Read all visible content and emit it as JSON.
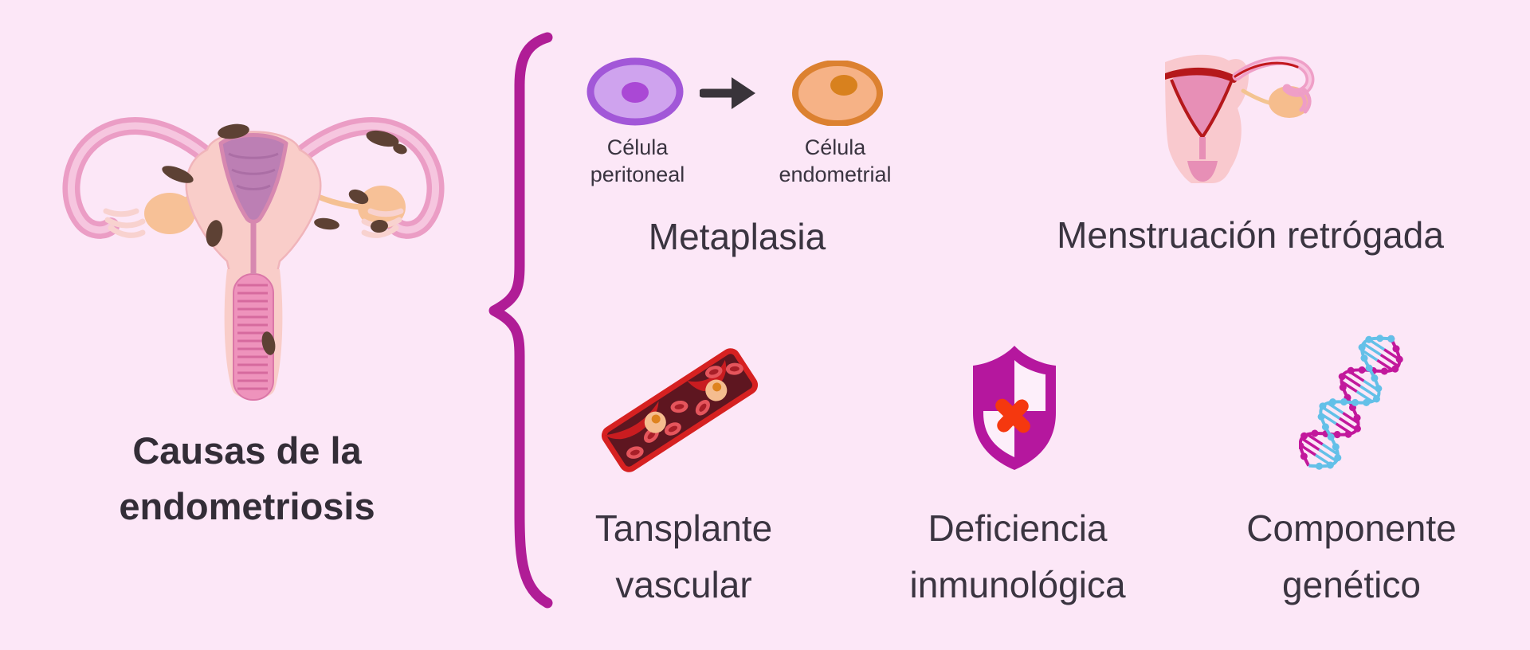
{
  "background": "#fce7f7",
  "colors": {
    "accent_magenta": "#b01d96",
    "text_dark": "#3a3440",
    "cell_purple": "#cfa3ee",
    "cell_purple_border": "#a257d8",
    "cell_orange": "#f6b286",
    "cell_orange_border": "#dc8130",
    "vessel_red": "#d62121",
    "vessel_dark_interior": "#5e1620",
    "shield_magenta": "#b5179e",
    "shield_x_red": "#f5380f",
    "dna_magenta": "#c2189c",
    "dna_blue": "#63c0e8",
    "endometriosis_spot_brown": "#5d4134"
  },
  "title": {
    "line1": "Causas de la",
    "line2": "endometriosis"
  },
  "icons": {
    "main": "uterus-with-endometriosis-lesions",
    "brace": "left-curly-brace",
    "arrow": "right-arrow",
    "metaplasia": "peritoneal-to-endometrial-cell-transformation",
    "retrograde": "uterus-retrograde-menstruation",
    "vascular": "blood-vessel-cross-section",
    "immune": "shield-with-x",
    "genetic": "dna-double-helix"
  },
  "causes": [
    {
      "id": "metaplasia",
      "label": "Metaplasia",
      "from_line1": "Célula",
      "from_line2": "peritoneal",
      "to_line1": "Célula",
      "to_line2": "endometrial"
    },
    {
      "id": "retrograde-menstruation",
      "label": "Menstruación retrógada"
    },
    {
      "id": "vascular-transplant",
      "label_line1": "Tansplante",
      "label_line2": "vascular"
    },
    {
      "id": "immune-deficiency",
      "label_line1": "Deficiencia",
      "label_line2": "inmunológica"
    },
    {
      "id": "genetic-component",
      "label_line1": "Componente",
      "label_line2": "genético"
    }
  ]
}
